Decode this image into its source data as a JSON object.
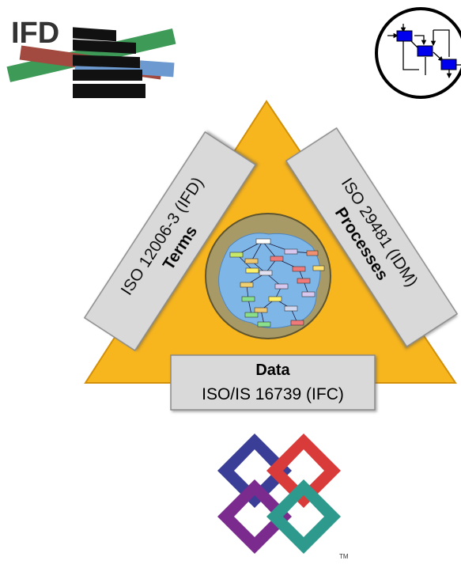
{
  "ifd_logo": {
    "text": "IFD"
  },
  "terms_panel": {
    "standard": "ISO 12006-3 (IFD)",
    "topic": "Terms"
  },
  "processes_panel": {
    "standard": "ISO 29481 (IDM)",
    "topic": "Processes"
  },
  "data_panel": {
    "topic": "Data",
    "standard": "ISO/IS 16739 (IFC)"
  },
  "bsi_logo": {
    "trademark": "TM"
  },
  "colors": {
    "triangle": "#F7B51E",
    "panel": "#D9D9D9",
    "center_disc": "#A89A66",
    "network_blob": "#7FB6E8",
    "idm_box": "#0000EE",
    "bsi_blue": "#3B3E96",
    "bsi_red": "#D93A3A",
    "bsi_purple": "#7B2A8E",
    "bsi_teal": "#2E9A8E"
  }
}
